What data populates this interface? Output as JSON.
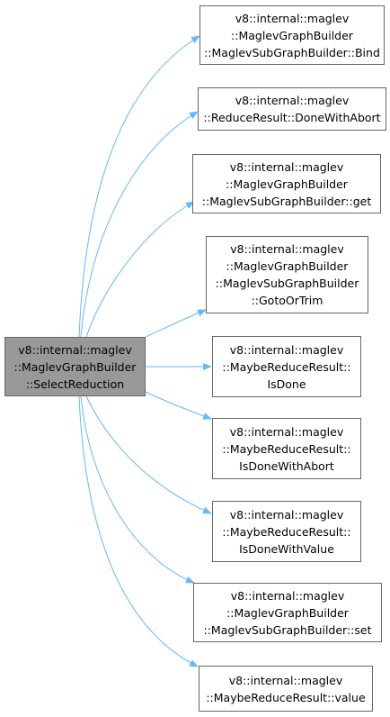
{
  "colors": {
    "edge": "#63b8ff",
    "node_border": "#666666",
    "source_fill": "#999999",
    "node_fill": "#ffffff"
  },
  "source": {
    "lines": [
      "v8::internal::maglev",
      "::MaglevGraphBuilder",
      "::SelectReduction"
    ]
  },
  "targets": [
    {
      "lines": [
        "v8::internal::maglev",
        "::MaglevGraphBuilder",
        "::MaglevSubGraphBuilder::Bind"
      ]
    },
    {
      "lines": [
        "v8::internal::maglev",
        "::ReduceResult::DoneWithAbort"
      ]
    },
    {
      "lines": [
        "v8::internal::maglev",
        "::MaglevGraphBuilder",
        "::MaglevSubGraphBuilder::get"
      ]
    },
    {
      "lines": [
        "v8::internal::maglev",
        "::MaglevGraphBuilder",
        "::MaglevSubGraphBuilder",
        "::GotoOrTrim"
      ]
    },
    {
      "lines": [
        "v8::internal::maglev",
        "::MaybeReduceResult::",
        "IsDone"
      ]
    },
    {
      "lines": [
        "v8::internal::maglev",
        "::MaybeReduceResult::",
        "IsDoneWithAbort"
      ]
    },
    {
      "lines": [
        "v8::internal::maglev",
        "::MaybeReduceResult::",
        "IsDoneWithValue"
      ]
    },
    {
      "lines": [
        "v8::internal::maglev",
        "::MaglevGraphBuilder",
        "::MaglevSubGraphBuilder::set"
      ]
    },
    {
      "lines": [
        "v8::internal::maglev",
        "::MaybeReduceResult::value"
      ]
    }
  ]
}
